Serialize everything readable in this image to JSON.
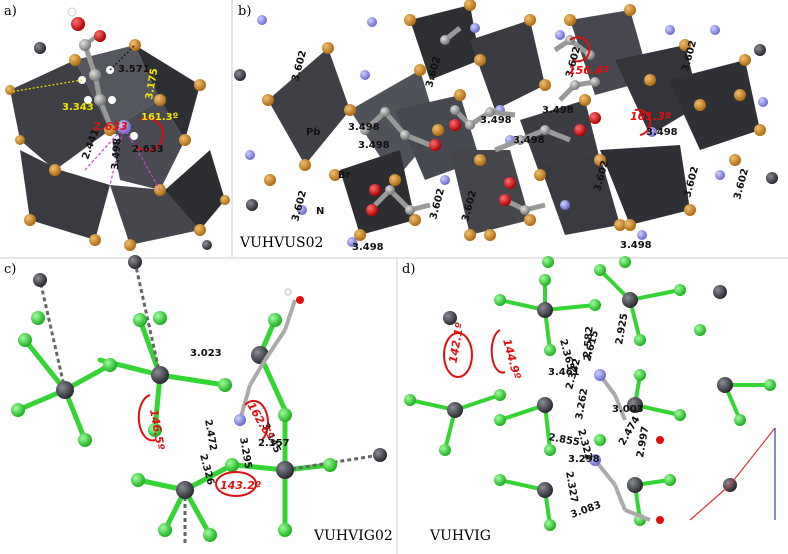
{
  "panels": {
    "a": {
      "label": "a)",
      "distances_dark": [
        "3.571",
        "2.441",
        "3.498",
        "2.633"
      ],
      "distances_yellow": [
        "3.343",
        "3.175",
        "161.3º"
      ],
      "distance_red": "2.633"
    },
    "b": {
      "label": "b)",
      "code": "VUHVUS02",
      "atom_labels": [
        "Pb",
        "Br",
        "N"
      ],
      "distances": [
        "3.602",
        "3.602",
        "3.602",
        "3.602",
        "3.602",
        "3.602",
        "3.602",
        "3.602",
        "3.602",
        "3.602",
        "3.498",
        "3.498",
        "3.498",
        "3.498",
        "3.498",
        "3.498",
        "3.498",
        "3.498"
      ],
      "angles": [
        "156.4º",
        "161.3º"
      ]
    },
    "c": {
      "label": "c)",
      "code": "VUHVIG02",
      "distances": [
        "3.023",
        "2.472",
        "3.145",
        "2.326",
        "3.295",
        "2.357"
      ],
      "angles": [
        "146.5º",
        "162.6º",
        "143.2º"
      ]
    },
    "d": {
      "label": "d)",
      "code": "VUHVIG",
      "distances": [
        "2.582",
        "2.925",
        "2.365",
        "2.615",
        "3.461",
        "2.342",
        "3.262",
        "3.003",
        "2.855",
        "2.322",
        "2.474",
        "2.997",
        "3.298",
        "2.327",
        "3.083"
      ],
      "angles": [
        "142.1º",
        "144.9º"
      ]
    }
  },
  "colors": {
    "octahedron": "#3f4046",
    "bromine": "#c8821f",
    "chlorine": "#35d435",
    "nitrogen": "#8e8ee6",
    "oxygen": "#e01010",
    "carbon": "#9a9a9a",
    "angle_red": "#e01010",
    "label_yellow": "#f4e400"
  }
}
